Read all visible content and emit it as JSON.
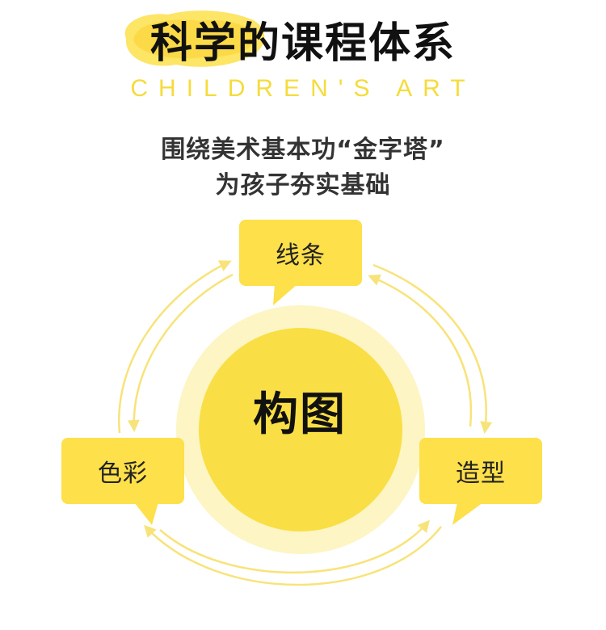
{
  "header": {
    "title": "科学的课程体系",
    "subtitle": "CHILDREN'S ART"
  },
  "tagline": {
    "line1": "围绕美术基本功“金字塔”",
    "line2": "为孩子夯实基础"
  },
  "diagram": {
    "center": "构图",
    "nodes": {
      "top": "线条",
      "right": "造型",
      "left": "色彩"
    }
  },
  "colors": {
    "accent": "#fde04a",
    "center_fill": "#f9df45",
    "halo": "#fdf5c4",
    "arrow": "#f8e37a",
    "subtitle": "#f5dc3c"
  }
}
